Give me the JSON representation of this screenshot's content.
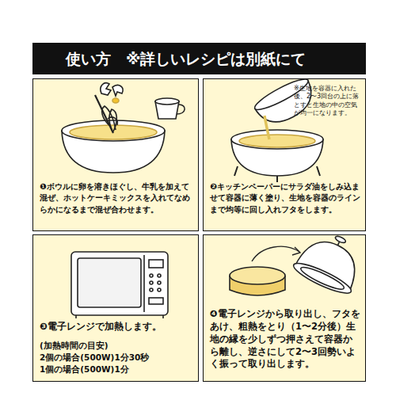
{
  "diagram": {
    "title": "使い方　※詳しいレシピは別紙にて",
    "nodes": [
      {
        "text": [
          "❶ボウルに卵を溶きほぐし、牛乳を加えて混ぜ、ホットケーキミックスを入れてなめらかになるまで混ぜ合わせます。"
        ]
      },
      {
        "text": [
          "※生地を容器に入れた後、2〜3回台の上に落とすと生地の中の空気が均一になります。",
          "❷キッチンペーパーにサラダ油をしみ込ませて容器に薄く塗り、生地を容器のラインまで均等に回し入れフタをします。"
        ]
      },
      {
        "text": [
          "❸電子レンジで加熱します。",
          "(加熱時間の目安)",
          "2個の場合(500W)1分30秒",
          "1個の場合(500W)1分"
        ]
      },
      {
        "text": [
          "❹電子レンジから取り出し、フタをあけ、粗熱をとり（1〜2分後）生地の縁を少しずつ押さえて容器から離し、逆さにして2〜3回勢いよく振って取り出します。"
        ]
      }
    ]
  }
}
